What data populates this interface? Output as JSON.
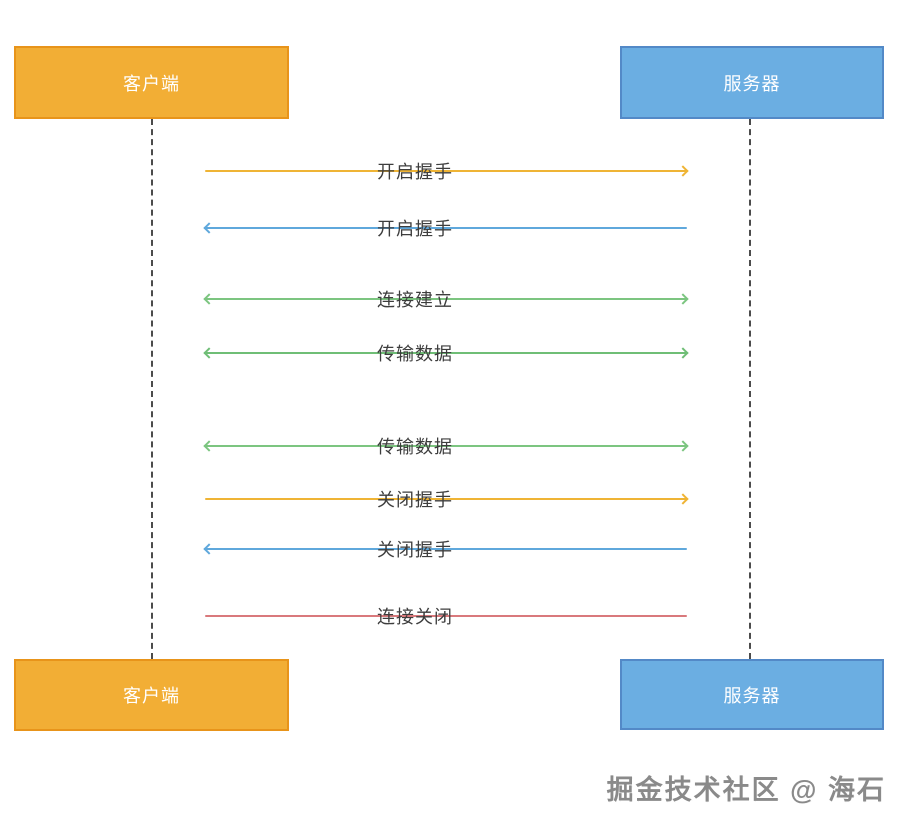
{
  "diagram": {
    "type": "sequence-diagram",
    "actors": {
      "client": {
        "label": "客户端",
        "fill": "#F2AE35",
        "border": "#E8941A",
        "text_color": "#ffffff"
      },
      "server": {
        "label": "服务器",
        "fill": "#6BAEE2",
        "border": "#5389C7",
        "text_color": "#ffffff"
      }
    },
    "lifeline": {
      "style": "dashed",
      "color": "#4b4b4b"
    },
    "messages": [
      {
        "label": "开启握手",
        "from": "client",
        "to": "server",
        "direction": "right",
        "color": "#EFB435"
      },
      {
        "label": "开启握手",
        "from": "server",
        "to": "client",
        "direction": "left",
        "color": "#5FA8DC"
      },
      {
        "label": "连接建立",
        "direction": "both",
        "color": "#7CC580"
      },
      {
        "label": "传输数据",
        "direction": "both",
        "color": "#6FBE76"
      },
      {
        "label": "传输数据",
        "direction": "both",
        "color": "#7CC580"
      },
      {
        "label": "关闭握手",
        "from": "client",
        "to": "server",
        "direction": "right",
        "color": "#EFB435"
      },
      {
        "label": "关闭握手",
        "from": "server",
        "to": "client",
        "direction": "left",
        "color": "#5FA8DC"
      },
      {
        "label": "连接关闭",
        "direction": "none",
        "color": "#D9797C"
      }
    ],
    "watermark": "掘金技术社区 @ 海石"
  }
}
